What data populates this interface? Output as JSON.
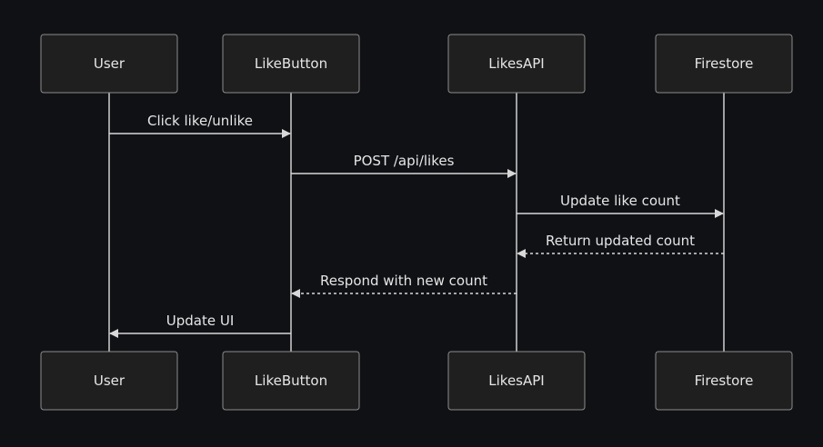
{
  "actors": [
    {
      "id": "user",
      "label": "User"
    },
    {
      "id": "likebutton",
      "label": "LikeButton"
    },
    {
      "id": "likesapi",
      "label": "LikesAPI"
    },
    {
      "id": "firestore",
      "label": "Firestore"
    }
  ],
  "messages": [
    {
      "from": "user",
      "to": "likebutton",
      "label": "Click like/unlike",
      "style": "solid"
    },
    {
      "from": "likebutton",
      "to": "likesapi",
      "label": "POST /api/likes",
      "style": "solid"
    },
    {
      "from": "likesapi",
      "to": "firestore",
      "label": "Update like count",
      "style": "solid"
    },
    {
      "from": "firestore",
      "to": "likesapi",
      "label": "Return updated count",
      "style": "dashed"
    },
    {
      "from": "likesapi",
      "to": "likebutton",
      "label": "Respond with new count",
      "style": "dashed"
    },
    {
      "from": "likebutton",
      "to": "user",
      "label": "Update UI",
      "style": "solid"
    }
  ],
  "colors": {
    "background": "#0f1115",
    "box_fill": "#1f1f1f",
    "box_stroke": "#8c8c8c",
    "line": "#d8d8d8",
    "text": "#e6e6e6"
  }
}
